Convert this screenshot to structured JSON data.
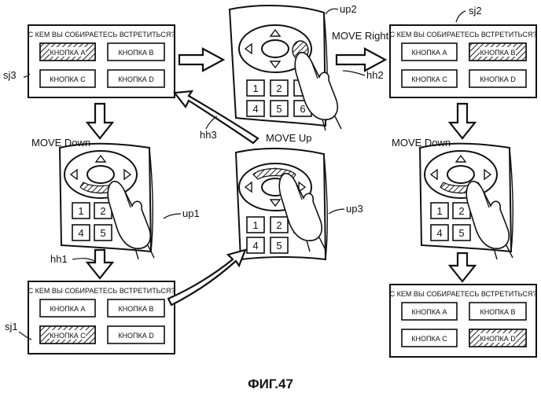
{
  "figure_caption": "ФИГ.47",
  "question": "С КЕМ ВЫ СОБИРАЕТЕСЬ ВСТРЕТИТЬСЯ?",
  "buttons": {
    "a": "КНОПКА A",
    "b": "КНОПКА B",
    "c": "КНОПКА C",
    "d": "КНОПКА D"
  },
  "keys": [
    "1",
    "2",
    "3",
    "4",
    "5",
    "6"
  ],
  "labels": {
    "move_right": "MOVE Right",
    "move_down_left": "MOVE Down",
    "move_up": "MOVE Up",
    "move_down_right": "MOVE Down",
    "up1": "up1",
    "up2": "up2",
    "up3": "up3",
    "sj1": "sj1",
    "sj2": "sj2",
    "sj3": "sj3",
    "hh1": "hh1",
    "hh2": "hh2",
    "hh3": "hh3"
  }
}
